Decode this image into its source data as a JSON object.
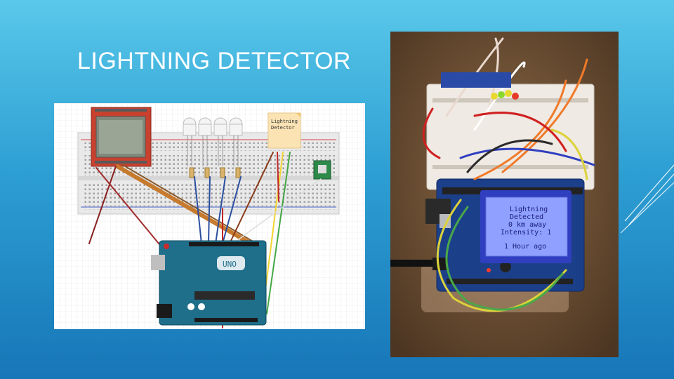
{
  "slide": {
    "title": "LIGHTNING DETECTOR"
  },
  "schematic": {
    "note_line1": "Lightning",
    "note_line2": "Detector",
    "board_label": "UNO"
  },
  "photo": {
    "lcd_line1": "Lightning",
    "lcd_line2": "Detected",
    "lcd_line3": "0 km away",
    "lcd_line4": "Intensity: 1",
    "lcd_line5": "1 Hour ago"
  },
  "colors": {
    "background_top": "#5ac8ea",
    "background_bottom": "#1776b8",
    "title": "#ffffff",
    "lcd_screen": "#8fa0ff",
    "lcd_text": "#1a1f7a",
    "arduino_board": "#1f6f8b"
  }
}
